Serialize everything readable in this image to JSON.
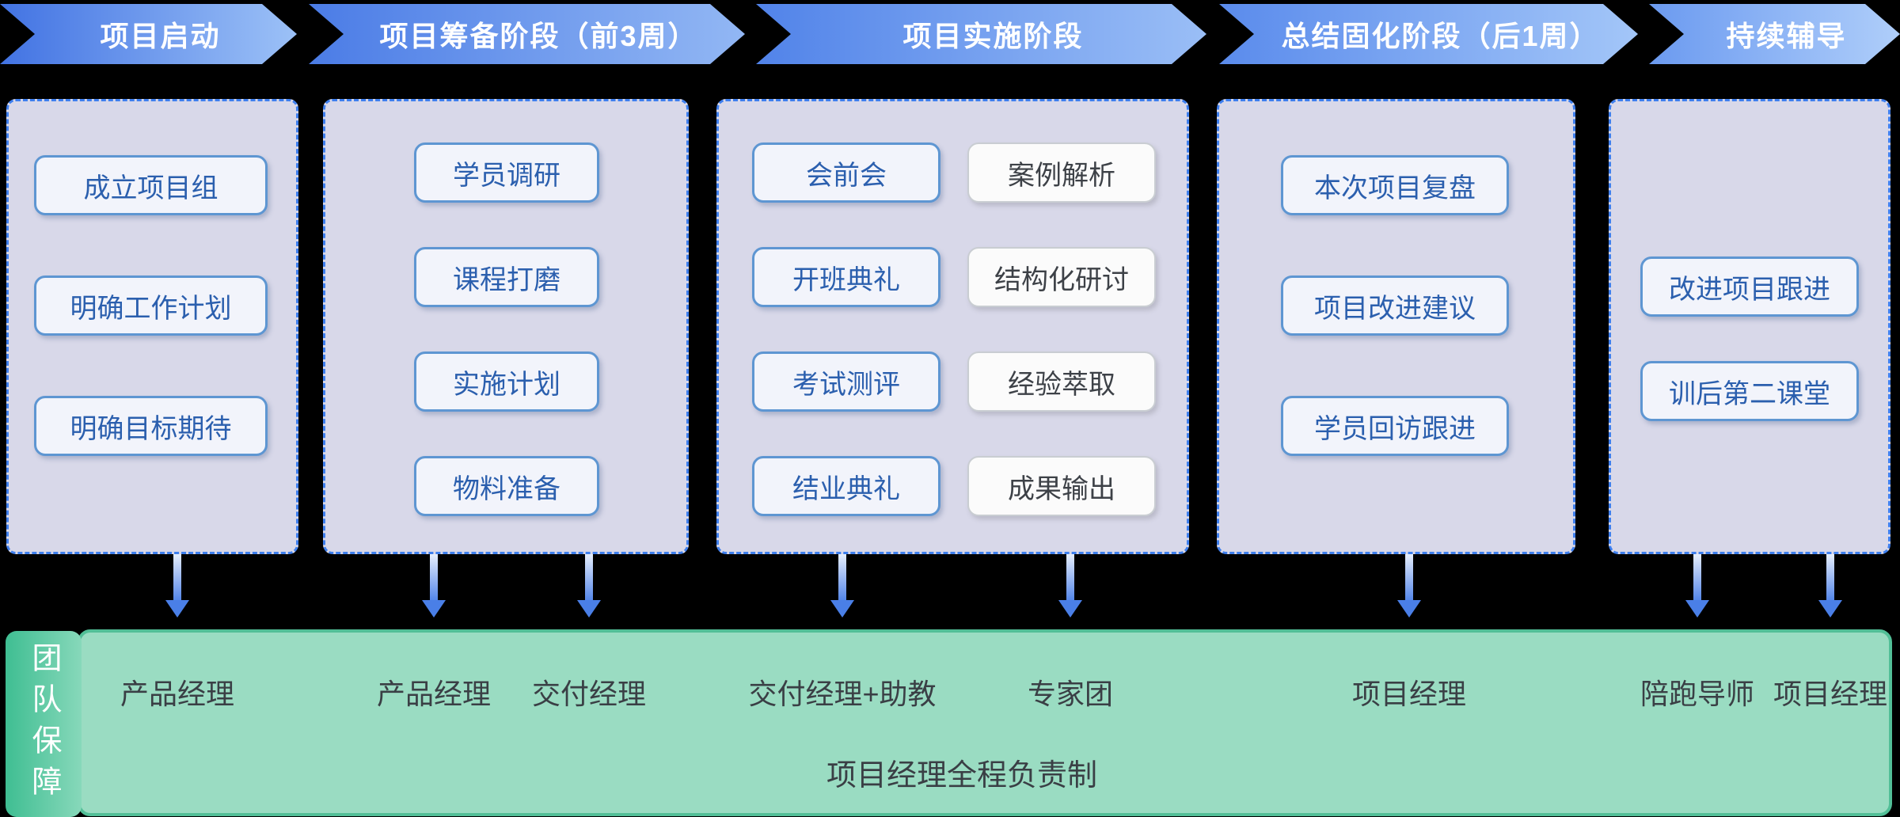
{
  "stages": [
    "项目启动",
    "项目筹备阶段（前3周）",
    "项目实施阶段",
    "总结固化阶段（后1周）",
    "持续辅导"
  ],
  "columns": [
    {
      "items": [
        "成立项目组",
        "明确工作计划",
        "明确目标期待"
      ]
    },
    {
      "items": [
        "学员调研",
        "课程打磨",
        "实施计划",
        "物料准备"
      ]
    },
    {
      "items": [
        "会前会",
        "开班典礼",
        "考试测评",
        "结业典礼"
      ],
      "items_secondary": [
        "案例解析",
        "结构化研讨",
        "经验萃取",
        "成果输出"
      ]
    },
    {
      "items": [
        "本次项目复盘",
        "项目改进建议",
        "学员回访跟进"
      ]
    },
    {
      "items": [
        "改进项目跟进",
        "训后第二课堂"
      ]
    }
  ],
  "team_bar": {
    "tab_label": "团队保障",
    "roles": [
      "产品经理",
      "产品经理",
      "交付经理",
      "交付经理+助教",
      "专家团",
      "项目经理",
      "陪跑导师",
      "项目经理"
    ],
    "note": "项目经理全程负责制"
  },
  "colors": {
    "chevron_blue_dark": "#4273E3",
    "chevron_blue_light": "#AFCEFA",
    "dashed_border_blue": "#3E7FEE",
    "phase_box_fill": "#D8D8E9",
    "pill_blue_border": "#5E96D2",
    "pill_blue_text": "#2B5FAE",
    "pill_gray_border": "#C9CDD2",
    "pill_gray_text": "#3D4147",
    "arrow_blue": "#4A7FE7",
    "green_bar_fill": "#9ADCC2",
    "green_bar_border": "#52BF97",
    "tab_green_dark": "#3FBE92",
    "tab_green_light": "#87D8BA",
    "role_text": "#3A3F45"
  }
}
